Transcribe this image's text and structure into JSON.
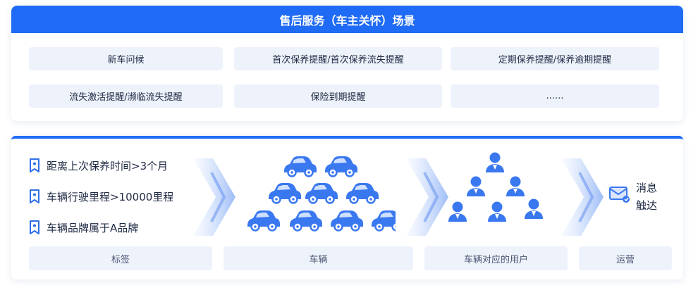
{
  "scene_panel": {
    "title": "售后服务（车主关怀）场景",
    "items": [
      "新车问候",
      "首次保养提醒/首次保养流失提醒",
      "定期保养提醒/保养逾期提醒",
      "流失激活提醒/濒临流失提醒",
      "保险到期提醒",
      "......"
    ]
  },
  "flow_panel": {
    "conditions": [
      "距离上次保养时间>3个月",
      "车辆行驶里程>10000里程",
      "车辆品牌属于A品牌"
    ],
    "touch_label_line1": "消息",
    "touch_label_line2": "触达",
    "stages": [
      "标签",
      "车辆",
      "车辆对应的用户",
      "运营"
    ]
  },
  "colors": {
    "accent": "#1f6bf5",
    "item_bg": "#eef2fb",
    "icon_blue": "#2f6fe8",
    "car_blue": "#3a78f0"
  },
  "icons": {
    "condition": "tag-icon",
    "vehicle": "car-icon",
    "user": "user-icon",
    "touch": "message-icon"
  }
}
